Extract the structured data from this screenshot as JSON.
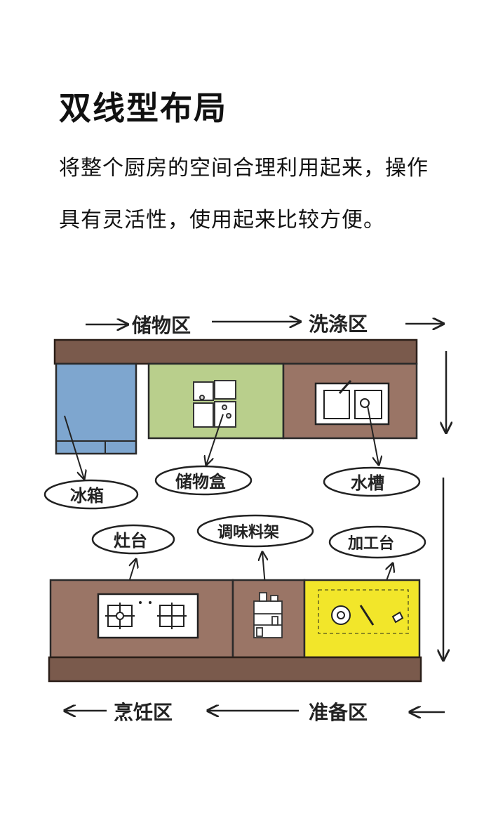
{
  "title": "双线型布局",
  "description": {
    "line1": "将整个厨房的空间合理利用起来，操作",
    "line2": "具有灵活性，使用起来比较方便。"
  },
  "zones": {
    "storage": "储物区",
    "washing": "洗涤区",
    "cooking": "烹饪区",
    "prep": "准备区"
  },
  "callouts": {
    "fridge": "冰箱",
    "storage_box": "储物盒",
    "sink": "水槽",
    "stove": "灶台",
    "spice_rack": "调味料架",
    "workbench": "加工台"
  },
  "colors": {
    "counter": "#7a5a4c",
    "cabinet": "#9a7566",
    "fridge": "#7ea6cf",
    "storage": "#b9cf8c",
    "workbench": "#f2e62a"
  }
}
